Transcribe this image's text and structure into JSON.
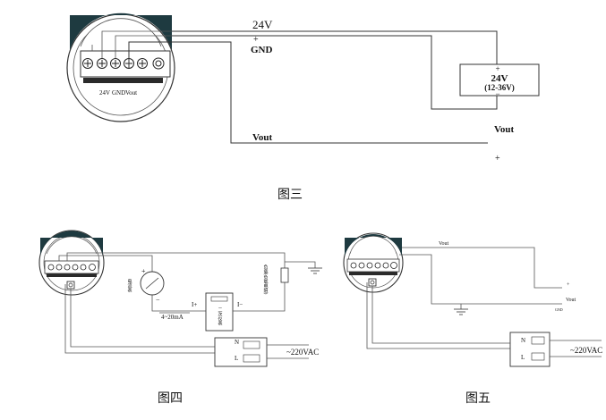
{
  "fig3": {
    "caption": "图三",
    "wire_24v": "24V",
    "plus_mark": "+",
    "wire_gnd": "GND",
    "term_24v": "24V",
    "term_gnd": "GND",
    "term_vout": "Vout",
    "supply_plus": "+",
    "supply_voltage": "24V",
    "supply_range": "(12-36V)",
    "supply_minus": "−",
    "vout_wire": "Vout",
    "vout_right": "Vout",
    "vout_plus": "+"
  },
  "fig4": {
    "caption": "图四",
    "meter_plus": "+",
    "meter_minus": "−",
    "meter_label": "电流表",
    "current": "4~20mA",
    "i_plus": "I+",
    "i_minus": "I−",
    "secondary": "二次仪表",
    "load_label": "负载(负载电阻)",
    "n_label": "N",
    "l_label": "L",
    "ac": "~220VAC"
  },
  "fig5": {
    "caption": "图五",
    "vout_top": "Vout",
    "plus": "+",
    "vout_right": "Vout",
    "gnd_right": "GND",
    "n_label": "N",
    "l_label": "L",
    "ac": "~220VAC"
  }
}
